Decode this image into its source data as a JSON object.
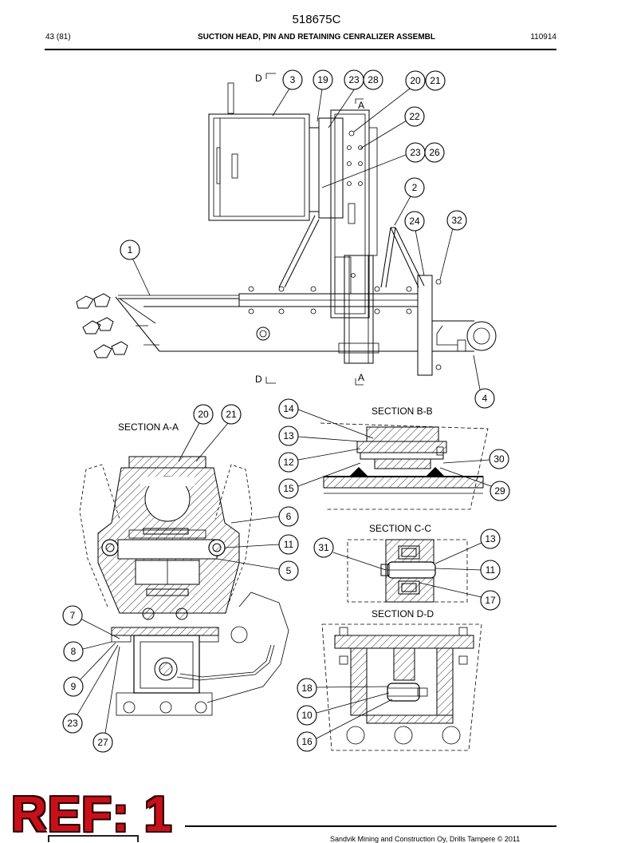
{
  "header": {
    "doc_number": "518675C",
    "page": "43 (81)",
    "title": "SUCTION HEAD, PIN AND RETAINING CENRALIZER ASSEMBL",
    "code": "110914"
  },
  "sections": {
    "aa": "SECTION A-A",
    "bb": "SECTION B-B",
    "cc": "SECTION C-C",
    "dd": "SECTION D-D"
  },
  "view_markers": {
    "d_top": "D",
    "a_top": "A",
    "d_bottom": "D",
    "a_bottom": "A"
  },
  "callouts": {
    "main": [
      "3",
      "19",
      "23",
      "28",
      "20",
      "21",
      "22",
      "23",
      "26",
      "2",
      "24",
      "32",
      "1",
      "4"
    ],
    "aa": [
      "20",
      "21",
      "6",
      "11",
      "5",
      "7",
      "8",
      "9",
      "23",
      "27"
    ],
    "bb": [
      "14",
      "13",
      "12",
      "15",
      "30",
      "29"
    ],
    "cc": [
      "13",
      "31",
      "11",
      "17"
    ],
    "dd": [
      "18",
      "10",
      "16"
    ]
  },
  "stamp": "REF: 1",
  "footer": "Sandvik Mining and Construction Oy, Drills Tampere © 2011"
}
